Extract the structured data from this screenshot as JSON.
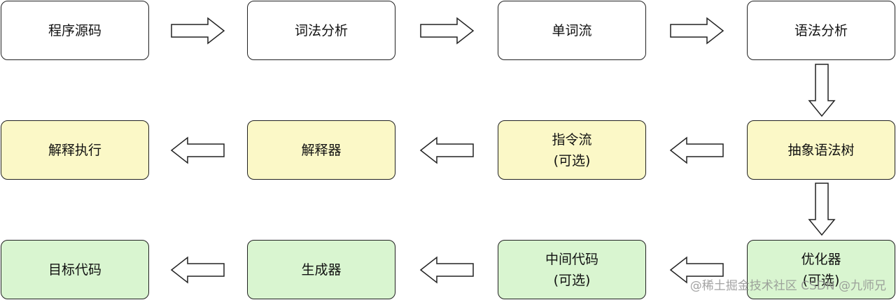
{
  "nodes": {
    "source": {
      "lines": [
        "程序源码"
      ],
      "theme": "white"
    },
    "lexer": {
      "lines": [
        "词法分析"
      ],
      "theme": "white"
    },
    "token_stream": {
      "lines": [
        "单词流"
      ],
      "theme": "white"
    },
    "parser": {
      "lines": [
        "语法分析"
      ],
      "theme": "white"
    },
    "ast": {
      "lines": [
        "抽象语法树"
      ],
      "theme": "yellow"
    },
    "instruction_stream": {
      "lines": [
        "指令流",
        "(可选)"
      ],
      "theme": "yellow"
    },
    "interpreter": {
      "lines": [
        "解释器"
      ],
      "theme": "yellow"
    },
    "interpret_exec": {
      "lines": [
        "解释执行"
      ],
      "theme": "yellow"
    },
    "optimizer": {
      "lines": [
        "优化器",
        "(可选)"
      ],
      "theme": "green"
    },
    "intermediate_code": {
      "lines": [
        "中间代码",
        "(可选)"
      ],
      "theme": "green"
    },
    "codegen": {
      "lines": [
        "生成器"
      ],
      "theme": "green"
    },
    "target_code": {
      "lines": [
        "目标代码"
      ],
      "theme": "green"
    }
  },
  "colors": {
    "white": "#ffffff",
    "yellow": "#fbf8c7",
    "green": "#d9f5d0",
    "border": "#222222"
  },
  "watermark": "@稀土掘金技术社区 CSDN @九师兄"
}
